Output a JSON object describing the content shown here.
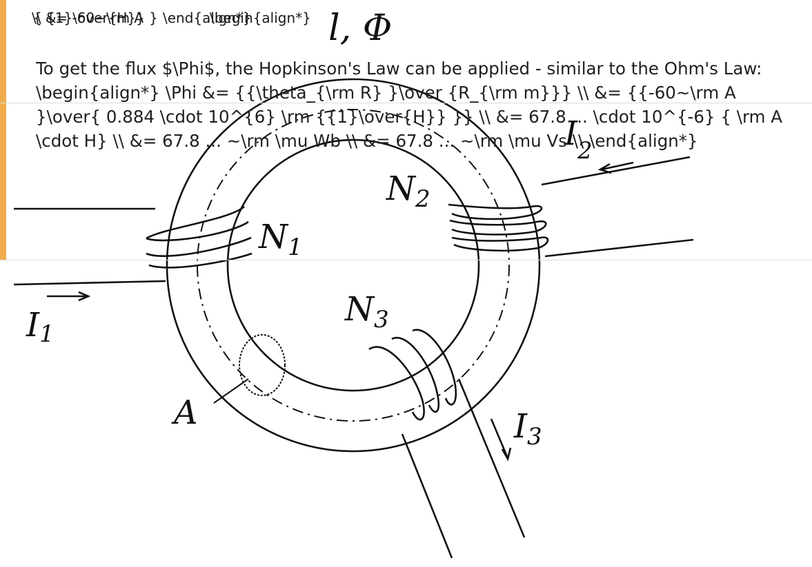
{
  "overlay": {
    "garbled_lines": [
      "\\\\ &= -60~\\rm A",
      "{ {1}\\over{H}} }",
      "\\end{align*}",
      "\\begin{align*}"
    ],
    "paragraph": "To get the flux $\\Phi$, the Hopkinson's Law can be applied - similar to the Ohm's Law: \\begin{align*} \\Phi &= {{\\theta_{\\rm R} }\\over {R_{\\rm m}}} \\\\ &= {{-60~\\rm A }\\over{ 0.884 \\cdot 10^{6} \\rm {{1}\\over{H}} }} \\\\ &= 67.8 ... \\cdot 10^{-6} { \\rm A \\cdot H} \\\\ &= 67.8 ... ~\\rm \\mu Wb \\\\ &= 67.8 ... ~\\rm \\mu Vs \\\\ \\end{align*}",
    "accent_color": "#f0ad4e"
  },
  "diagram_labels": {
    "path_flux": "l, Φ",
    "n1": "N",
    "n1_sub": "1",
    "n2": "N",
    "n2_sub": "2",
    "n3": "N",
    "n3_sub": "3",
    "i1": "I",
    "i1_sub": "1",
    "i2": "I",
    "i2_sub": "2",
    "i3": "I",
    "i3_sub": "3",
    "area": "A"
  }
}
